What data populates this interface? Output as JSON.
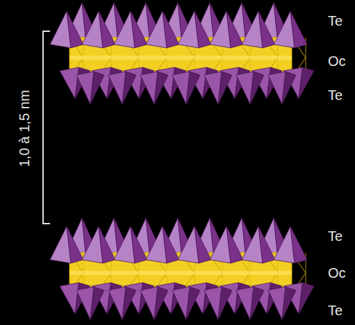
{
  "diagram": {
    "labels": [
      "1,0 à 1,5 nm",
      "Te",
      "Oc",
      "Te",
      "Te",
      "Oc",
      "Te"
    ]
  }
}
